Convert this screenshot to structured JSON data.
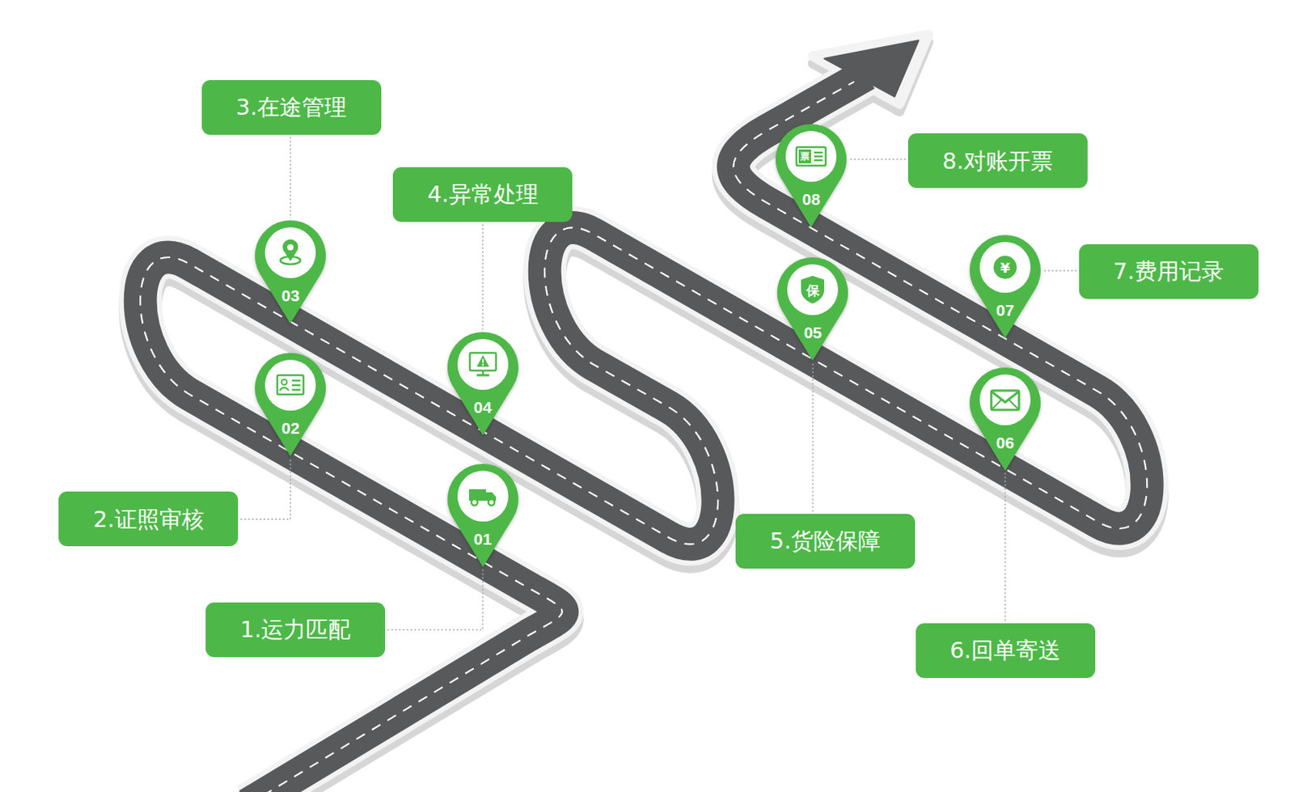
{
  "diagram": {
    "nodes": [
      {
        "text": [
          "1.运力匹配"
        ]
      },
      {
        "text": [
          "2.证照审核"
        ]
      },
      {
        "text": [
          "3.在途管理"
        ]
      },
      {
        "text": [
          "4.异常处理"
        ]
      },
      {
        "text": [
          "5.货险保障"
        ]
      },
      {
        "text": [
          "6.回单寄送"
        ]
      },
      {
        "text": [
          "7.费用记录"
        ]
      },
      {
        "text": [
          "8.对账开票"
        ]
      },
      {
        "text": [
          "01"
        ]
      },
      {
        "text": [
          "02"
        ]
      },
      {
        "text": [
          "03"
        ]
      },
      {
        "text": [
          "04"
        ]
      },
      {
        "text": [
          "保",
          "05"
        ]
      },
      {
        "text": [
          "06"
        ]
      },
      {
        "text": [
          "¥",
          "07"
        ]
      },
      {
        "text": [
          "票",
          "08"
        ]
      }
    ],
    "edges": [
      {
        "from": 0,
        "to": 8,
        "arrow": "none"
      },
      {
        "from": 1,
        "to": 9,
        "arrow": "none"
      },
      {
        "from": 2,
        "to": 10,
        "arrow": "none"
      },
      {
        "from": 3,
        "to": 11,
        "arrow": "none"
      },
      {
        "from": 4,
        "to": 12,
        "arrow": "none"
      },
      {
        "from": 5,
        "to": 13,
        "arrow": "none"
      },
      {
        "from": 6,
        "to": 14,
        "arrow": "none"
      },
      {
        "from": 7,
        "to": 15,
        "arrow": "none"
      }
    ]
  }
}
